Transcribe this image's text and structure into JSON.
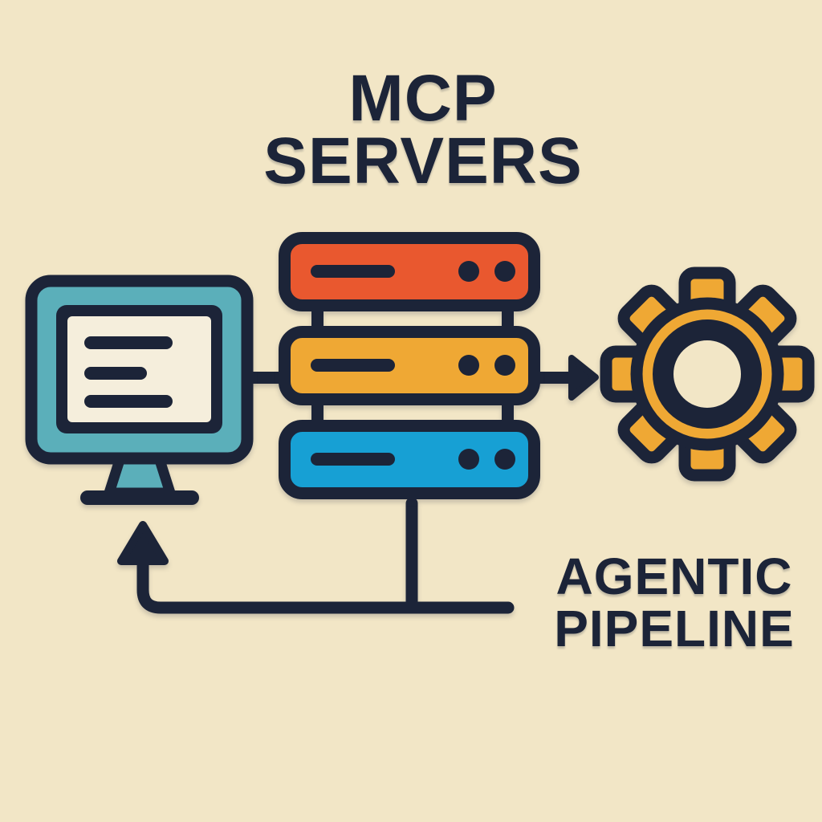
{
  "title": {
    "line1": "MCP",
    "line2": "SERVERS"
  },
  "label": {
    "line1": "AGENTIC",
    "line2": "PIPELINE"
  },
  "colors": {
    "background": "#F2E6C6",
    "ink": "#1C2438",
    "monitor-teal": "#5BAFBA",
    "screen-cream": "#F5EEDC",
    "server-red": "#E9582F",
    "server-amber": "#EFA834",
    "server-blue": "#17A0D4"
  },
  "diagram": {
    "nodes": [
      {
        "id": "client-monitor",
        "icon": "monitor-icon",
        "depicts": "computer monitor showing a document with three text lines"
      },
      {
        "id": "mcp-servers",
        "icon": "server-stack-icon",
        "depicts": "stack of three rack servers (red, amber, blue), each with a slot bar and two indicator dots"
      },
      {
        "id": "agentic-pipeline",
        "icon": "gear-icon",
        "depicts": "eight-tooth gear"
      }
    ],
    "connections": [
      {
        "from": "client-monitor",
        "to": "mcp-servers",
        "type": "line"
      },
      {
        "from": "mcp-servers",
        "to": "agentic-pipeline",
        "type": "arrow-right"
      },
      {
        "from": "mcp-servers",
        "to": "client-monitor",
        "type": "feedback-arrow-up"
      }
    ]
  }
}
